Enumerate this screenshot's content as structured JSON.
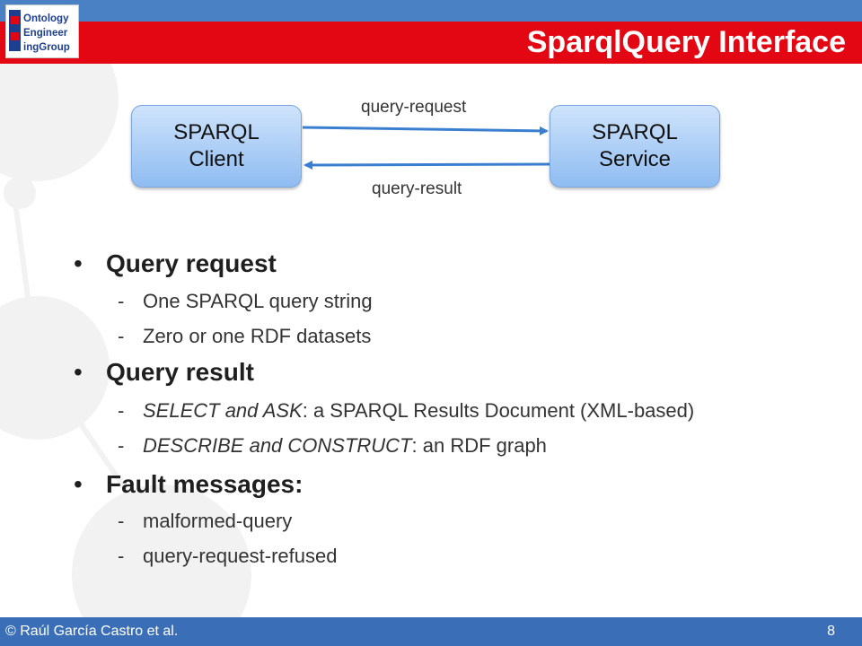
{
  "slide": {
    "title": "SparqlQuery Interface"
  },
  "logo": {
    "lines": [
      "Ontology",
      "Engineer",
      "ingGroup"
    ],
    "colors": {
      "blue": "#1e3f8f",
      "red": "#e30613"
    }
  },
  "diagram": {
    "client": "SPARQL\nClient",
    "service": "SPARQL\nService",
    "request_label": "query-request",
    "result_label": "query-result",
    "arrow_color": "#3a7fcf"
  },
  "bullets": [
    {
      "marker": "•",
      "text": "Query request",
      "items": [
        {
          "marker": "-",
          "text": "One SPARQL query string"
        },
        {
          "marker": "-",
          "text": "Zero or one RDF datasets"
        }
      ]
    },
    {
      "marker": "•",
      "text": "Query result",
      "items": [
        {
          "marker": "-",
          "italic": "SELECT and ASK",
          "rest": ": a SPARQL Results Document (XML-based)"
        },
        {
          "marker": "-",
          "italic": "DESCRIBE and CONSTRUCT",
          "rest": ": an RDF graph"
        }
      ]
    },
    {
      "marker": "•",
      "text": "Fault messages:",
      "items": [
        {
          "marker": "-",
          "text": "malformed-query"
        },
        {
          "marker": "-",
          "text": "query-request-refused"
        }
      ]
    }
  ],
  "footer": {
    "credit": "© Raúl García Castro et al.",
    "page": "8"
  },
  "colors": {
    "top_strip": "#4a80c4",
    "title_bar": "#e30613",
    "footer": "#3a6fb7",
    "node_top": "#cfe3fb",
    "node_bottom": "#8fbcf1"
  }
}
